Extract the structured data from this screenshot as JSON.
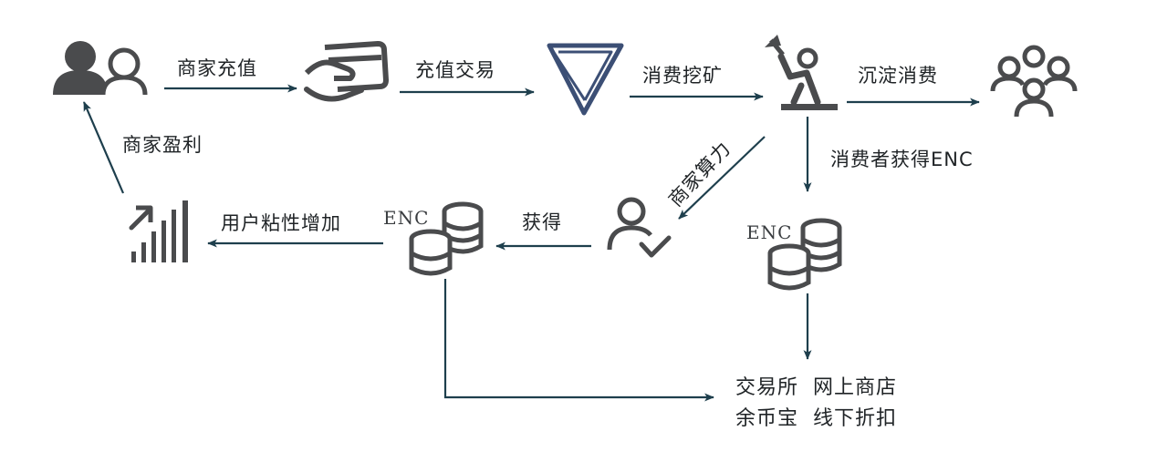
{
  "labels": {
    "merchant_recharge": "商家充值",
    "recharge_trade": "充值交易",
    "consume_mining": "消费挖矿",
    "deposit_consume": "沉淀消费",
    "merchant_profit": "商家盈利",
    "consumer_get_enc": "消费者获得ENC",
    "merchant_hashpower": "商家算力",
    "obtain": "获得",
    "user_stickiness": "用户粘性增加"
  },
  "enc_mark": "ENC",
  "destinations": {
    "line1": "交易所  网上商店",
    "line2": "余币宝  线下折扣"
  },
  "colors": {
    "arrow": "#1e3f4d",
    "icon": "#4a4b4d",
    "diamond": "#3c4f75"
  },
  "icons": [
    "merchant-users-icon",
    "card-in-hand-icon",
    "diamond-icon",
    "miner-icon",
    "consumer-group-icon",
    "growth-signal-icon",
    "enc-coins-icon-left",
    "user-check-icon",
    "enc-coins-icon-right"
  ]
}
